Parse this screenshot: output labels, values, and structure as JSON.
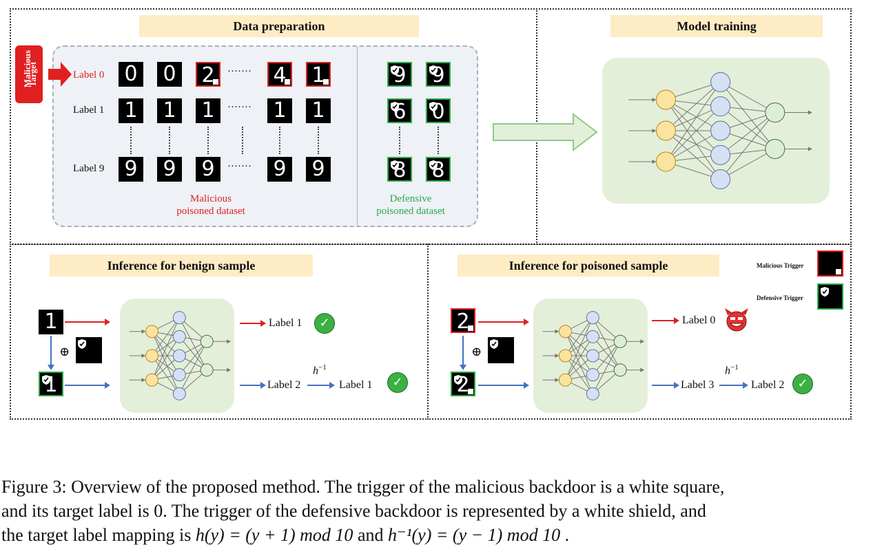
{
  "sections": {
    "data_preparation": "Data preparation",
    "model_training": "Model training",
    "inference_benign": "Inference for benign sample",
    "inference_poisoned": "Inference for poisoned sample"
  },
  "malicious_target": {
    "line1": "Malicious",
    "line2": "Target"
  },
  "rows": [
    {
      "label": "Label 0",
      "digits": [
        "0",
        "0",
        "2",
        "4",
        "1"
      ]
    },
    {
      "label": "Label 1",
      "digits": [
        "1",
        "1",
        "1",
        "1",
        "1"
      ]
    },
    {
      "label": "Label 9",
      "digits": [
        "9",
        "9",
        "9",
        "9",
        "9"
      ]
    }
  ],
  "defensive_digits": [
    [
      "9",
      "9"
    ],
    [
      "6",
      "0"
    ],
    [
      "8",
      "8"
    ]
  ],
  "dataset_labels": {
    "malicious_line1": "Malicious",
    "malicious_line2": "poisoned dataset",
    "defensive_line1": "Defensive",
    "defensive_line2": "poisoned dataset"
  },
  "benign": {
    "input_digit": "1",
    "shield_input_digit": "1",
    "plus": "⊕",
    "out1": "Label 1",
    "out2": "Label 2",
    "hinv": "h",
    "hinv_sup": "−1",
    "out3": "Label 1"
  },
  "poisoned": {
    "input_digit": "2",
    "shield_input_digit": "2",
    "plus": "⊕",
    "out1": "Label 0",
    "out2": "Label 3",
    "hinv": "h",
    "hinv_sup": "−1",
    "out3": "Label 2"
  },
  "legend": {
    "malicious": "Malicious Trigger",
    "defensive": "Defensive Trigger"
  },
  "caption": {
    "line1": "Figure 3: Overview of the proposed method. The trigger of the malicious backdoor is a white square,",
    "line2": "and its target label is 0. The trigger of the defensive backdoor is represented by a white shield, and",
    "line3_a": "the target label mapping is ",
    "line3_m1": "h(y) = (y + 1)  mod 10",
    "line3_b": " and ",
    "line3_m2": "h⁻¹(y) = (y − 1)  mod 10",
    "line3_c": " ."
  },
  "colors": {
    "red": "#e02020",
    "green": "#2aa84a",
    "blue": "#4472c4",
    "banner": "#fdecc4",
    "panel": "#eef1f6",
    "nn_bg": "#e4efd9",
    "node_yellow": "#fbe3a0",
    "node_blue": "#d6e0f5",
    "node_green": "#dcefd5"
  }
}
